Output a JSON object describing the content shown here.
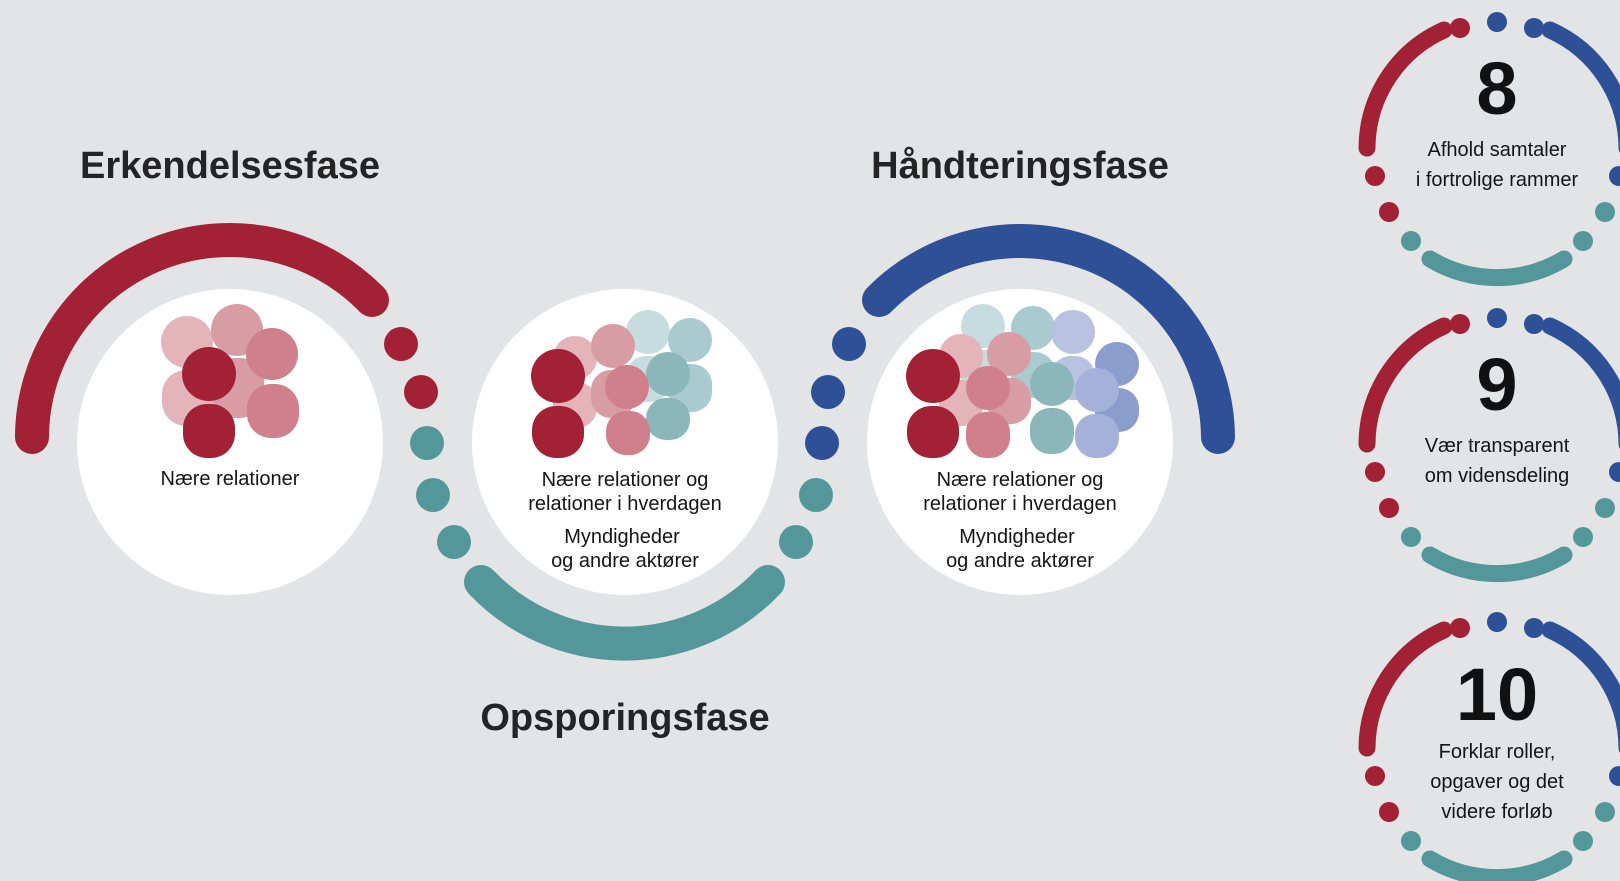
{
  "colors": {
    "background": "#e3e4e6",
    "red": "#a32135",
    "blue": "#2e5097",
    "teal": "#54979b",
    "white": "#ffffff"
  },
  "phases": {
    "erkendelse": {
      "title": "Erkendelsesfase",
      "labels": [
        "Nære relationer"
      ]
    },
    "opsporing": {
      "title": "Opsporingsfase",
      "labels": [
        "Nære relationer og",
        "relationer i hverdagen",
        "Myndigheder",
        "og andre aktører"
      ]
    },
    "handtering": {
      "title": "Håndteringsfase",
      "labels": [
        "Nære relationer og",
        "relationer i hverdagen",
        "Myndigheder",
        "og andre aktører"
      ]
    }
  },
  "steps": [
    {
      "number": "8",
      "lines": [
        "Afhold samtaler",
        "i fortrolige rammer"
      ]
    },
    {
      "number": "9",
      "lines": [
        "Vær transparent",
        "om vidensdeling"
      ]
    },
    {
      "number": "10",
      "lines": [
        "Forklar roller,",
        "opgaver og det",
        "videre forløb"
      ]
    }
  ],
  "icons": [
    "people-group-icon"
  ]
}
